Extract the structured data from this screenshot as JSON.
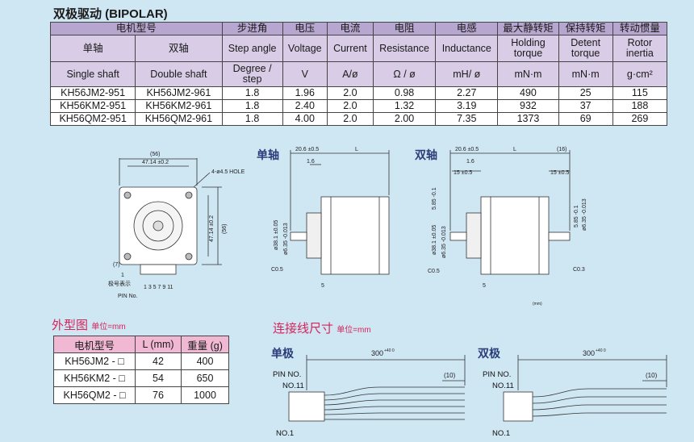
{
  "title": "双极驱动 (BIPOLAR)",
  "spec": {
    "header": [
      "电机型号",
      "步进角",
      "电压",
      "电流",
      "电阻",
      "电感",
      "最大静转矩",
      "保持转矩",
      "转动惯量"
    ],
    "sub": [
      "单轴",
      "双轴",
      "Step angle",
      "Voltage",
      "Current",
      "Resistance",
      "Inductance",
      "Holding torque",
      "Detent torque",
      "Rotor inertia"
    ],
    "units": [
      "Single shaft",
      "Double shaft",
      "Degree / step",
      "V",
      "A/ø",
      "Ω / ø",
      "mH/ ø",
      "mN·m",
      "mN·m",
      "g·cm²"
    ],
    "rows": [
      [
        "KH56JM2-951",
        "KH56JM2-961",
        "1.8",
        "1.96",
        "2.0",
        "0.98",
        "2.27",
        "490",
        "25",
        "115"
      ],
      [
        "KH56KM2-951",
        "KH56KM2-961",
        "1.8",
        "2.40",
        "2.0",
        "1.32",
        "3.19",
        "932",
        "37",
        "188"
      ],
      [
        "KH56QM2-951",
        "KH56QM2-961",
        "1.8",
        "4.00",
        "2.0",
        "2.00",
        "7.35",
        "1373",
        "69",
        "269"
      ]
    ]
  },
  "drawing": {
    "front": {
      "d56": "(56)",
      "d47": "47.14 ±0.2",
      "hole": "4-ø4.5 HOLE",
      "side56": "(56)",
      "side47": "47.14 ±0.2",
      "d7": "(7)",
      "d1": "1",
      "pin_label": "极号表示",
      "pin_nums": "1 3 5 7 9 11",
      "pin_no": "PIN No."
    },
    "single": {
      "label": "单轴",
      "d206": "20.6 ±0.5",
      "L": "L",
      "d16": "1.6",
      "dia": "ø38.1 ±0.05",
      "dia2": "ø6.35 -0.013",
      "c05": "C0.5",
      "d5": "5"
    },
    "double": {
      "label": "双轴",
      "d206": "20.6 ±0.5",
      "L": "L",
      "d16b": "(16)",
      "d16": "1.6",
      "d15": "15 ±0.5",
      "d15b": "15 ±0.5",
      "d585": "5.85 -0.1",
      "dia": "ø38.1 ±0.05",
      "dia2": "ø6.35 -0.013",
      "c05": "C0.5",
      "c03": "C0.3",
      "d585b": "5.85 -0.1",
      "dia3": "ø6.35 -0.013",
      "d5": "5",
      "unit": "(mm)"
    }
  },
  "outline": {
    "title": "外型图",
    "unit": "单位=mm",
    "header": [
      "电机型号",
      "L (mm)",
      "重量 (g)"
    ],
    "rows": [
      [
        "KH56JM2 - □",
        "42",
        "400"
      ],
      [
        "KH56KM2 - □",
        "54",
        "650"
      ],
      [
        "KH56QM2 - □",
        "76",
        "1000"
      ]
    ]
  },
  "wire": {
    "title": "连接线尺寸",
    "unit": "单位=mm",
    "uni": {
      "label": "单极",
      "len": "300",
      "tol": "+40 0",
      "end": "(10)",
      "pin": "PIN NO.",
      "no11": "NO.11",
      "no1": "NO.1"
    },
    "bi": {
      "label": "双极",
      "len": "300",
      "tol": "+40 0",
      "end": "(10)",
      "pin": "PIN NO.",
      "no11": "NO.11",
      "no1": "NO.1"
    }
  }
}
